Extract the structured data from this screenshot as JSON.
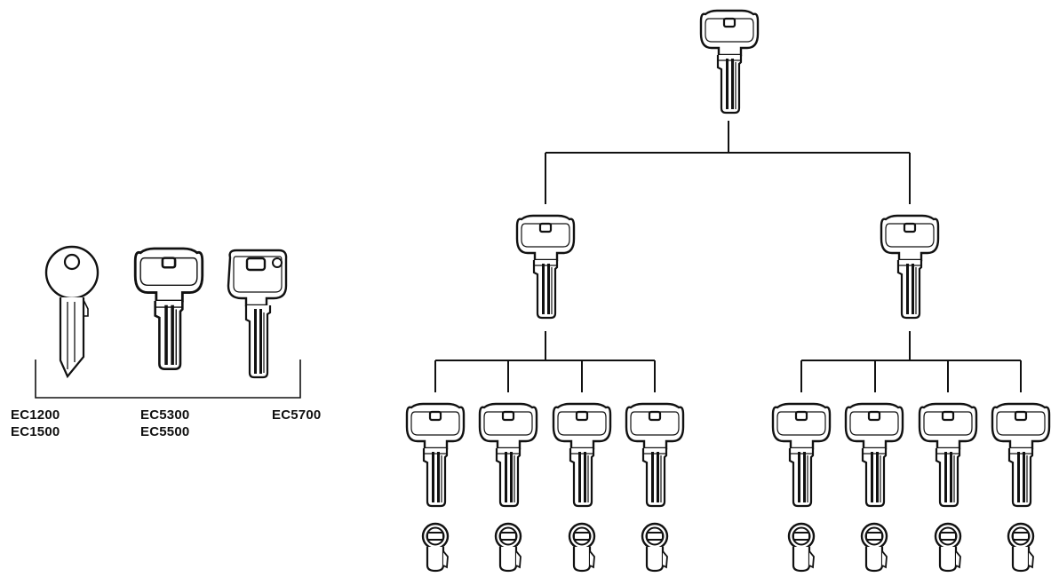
{
  "colors": {
    "ink": "#111111",
    "background": "#ffffff"
  },
  "key_types": [
    {
      "labels": [
        "EC1200",
        "EC1500"
      ],
      "icon": "standard-key-icon"
    },
    {
      "labels": [
        "EC5300",
        "EC5500"
      ],
      "icon": "security-key-icon"
    },
    {
      "labels": [
        "EC5700"
      ],
      "icon": "security-key-with-insert-icon"
    }
  ],
  "hierarchy": {
    "root": {
      "icon": "master-key-icon"
    },
    "groups": [
      {
        "icon": "group-master-key-icon",
        "children": 4,
        "child_icon": "key-icon",
        "cylinder_icon": "lock-cylinder-icon"
      },
      {
        "icon": "group-master-key-icon",
        "children": 4,
        "child_icon": "key-icon",
        "cylinder_icon": "lock-cylinder-icon"
      }
    ]
  }
}
